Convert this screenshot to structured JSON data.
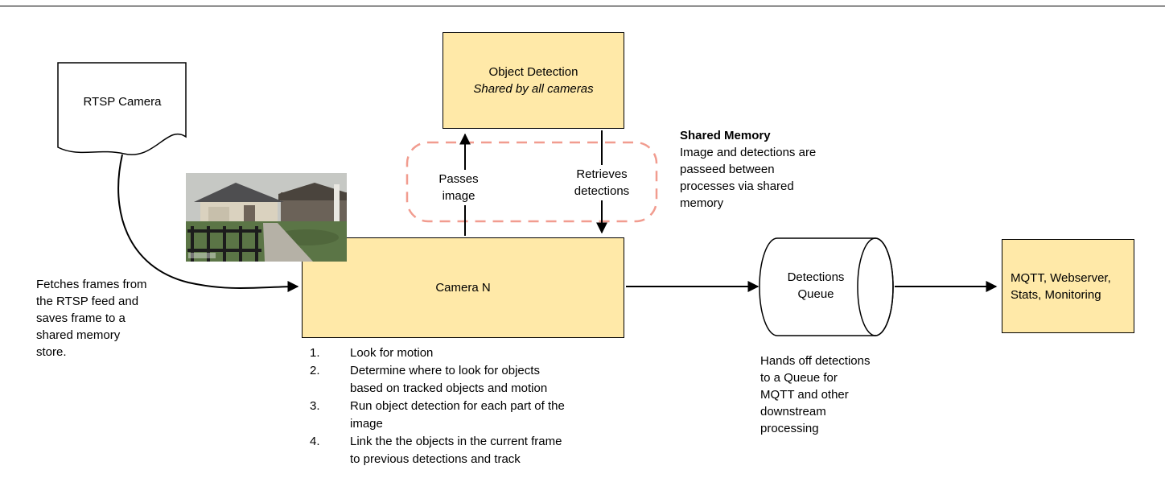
{
  "diagram": {
    "colors": {
      "node_fill": "#ffe9a8",
      "node_border": "#000000",
      "shared_memory_dashed": "#f19c8f",
      "arrow": "#000000"
    },
    "rtsp_camera": {
      "label": "RTSP Camera"
    },
    "object_detection": {
      "title": "Object Detection",
      "subtitle": "Shared by all cameras"
    },
    "passes_image_label": "Passes image",
    "retrieves_detections_label": "Retrieves detections",
    "shared_memory": {
      "title": "Shared Memory",
      "body": "Image and detections are\npasseed between\nprocesses via shared\nmemory"
    },
    "camera_n": {
      "label": "Camera N"
    },
    "camera_steps": [
      {
        "num": "1.",
        "text": "Look for motion"
      },
      {
        "num": "2.",
        "text": "Determine where to look for objects\nbased on tracked objects and motion"
      },
      {
        "num": "3.",
        "text": "Run object detection for each part of the\nimage"
      },
      {
        "num": "4.",
        "text": "Link the the objects in the current frame\nto previous detections and track"
      }
    ],
    "fetches_note": "Fetches frames from\nthe RTSP feed and\nsaves frame to a\nshared memory\nstore.",
    "detections_queue": {
      "label": "Detections Queue"
    },
    "queue_note": "Hands off detections\nto a Queue for\nMQTT and other\ndownstream\nprocessing",
    "outputs": {
      "label": "MQTT, Webserver, Stats, Monitoring"
    },
    "snapshot": {
      "description": "camera frame: house, yard, fence and sidewalk"
    }
  }
}
